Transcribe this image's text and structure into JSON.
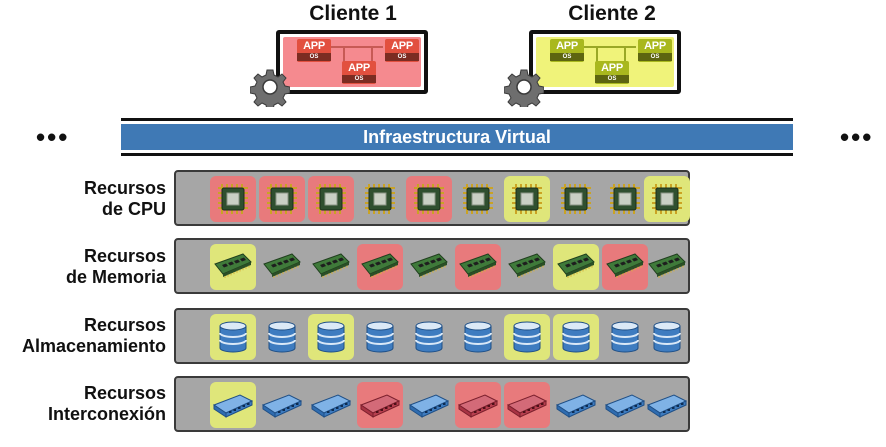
{
  "clients": [
    {
      "title": "Cliente 1",
      "color": "#f58a8f",
      "app_color": "#e2503f",
      "line_color": "#c75a55",
      "apps": [
        {
          "app": "APP",
          "os": "OS"
        },
        {
          "app": "APP",
          "os": "OS"
        },
        {
          "app": "APP",
          "os": "OS"
        }
      ]
    },
    {
      "title": "Cliente 2",
      "color": "#f0f37a",
      "app_color": "#a9b81e",
      "line_color": "#9aa826",
      "apps": [
        {
          "app": "APP",
          "os": "OS"
        },
        {
          "app": "APP",
          "os": "OS"
        },
        {
          "app": "APP",
          "os": "OS"
        }
      ]
    }
  ],
  "ellipsis_left": "•••",
  "ellipsis_right": "•••",
  "infra_title": "Infraestructura Virtual",
  "highlight_colors": {
    "red": "#e87a7c",
    "yellow": "#dfe67a"
  },
  "rows": [
    {
      "label_line1": "Recursos",
      "label_line2": "de CPU",
      "icon": "cpu-chip-icon",
      "items": [
        "red",
        "red",
        "red",
        "none",
        "red",
        "none",
        "yellow",
        "none",
        "none",
        "yellow"
      ]
    },
    {
      "label_line1": "Recursos",
      "label_line2": "de Memoria",
      "icon": "memory-module-icon",
      "items": [
        "yellow",
        "none",
        "none",
        "red",
        "none",
        "red",
        "none",
        "yellow",
        "red",
        "none"
      ]
    },
    {
      "label_line1": "Recursos",
      "label_line2": "Almacenamiento",
      "icon": "database-disk-icon",
      "items": [
        "yellow",
        "none",
        "yellow",
        "none",
        "none",
        "none",
        "yellow",
        "yellow",
        "none",
        "none"
      ]
    },
    {
      "label_line1": "Recursos",
      "label_line2": "Interconexión",
      "icon": "network-switch-icon",
      "items": [
        "yellow",
        "none",
        "none",
        "red",
        "none",
        "red",
        "red",
        "none",
        "none",
        "none"
      ]
    }
  ]
}
